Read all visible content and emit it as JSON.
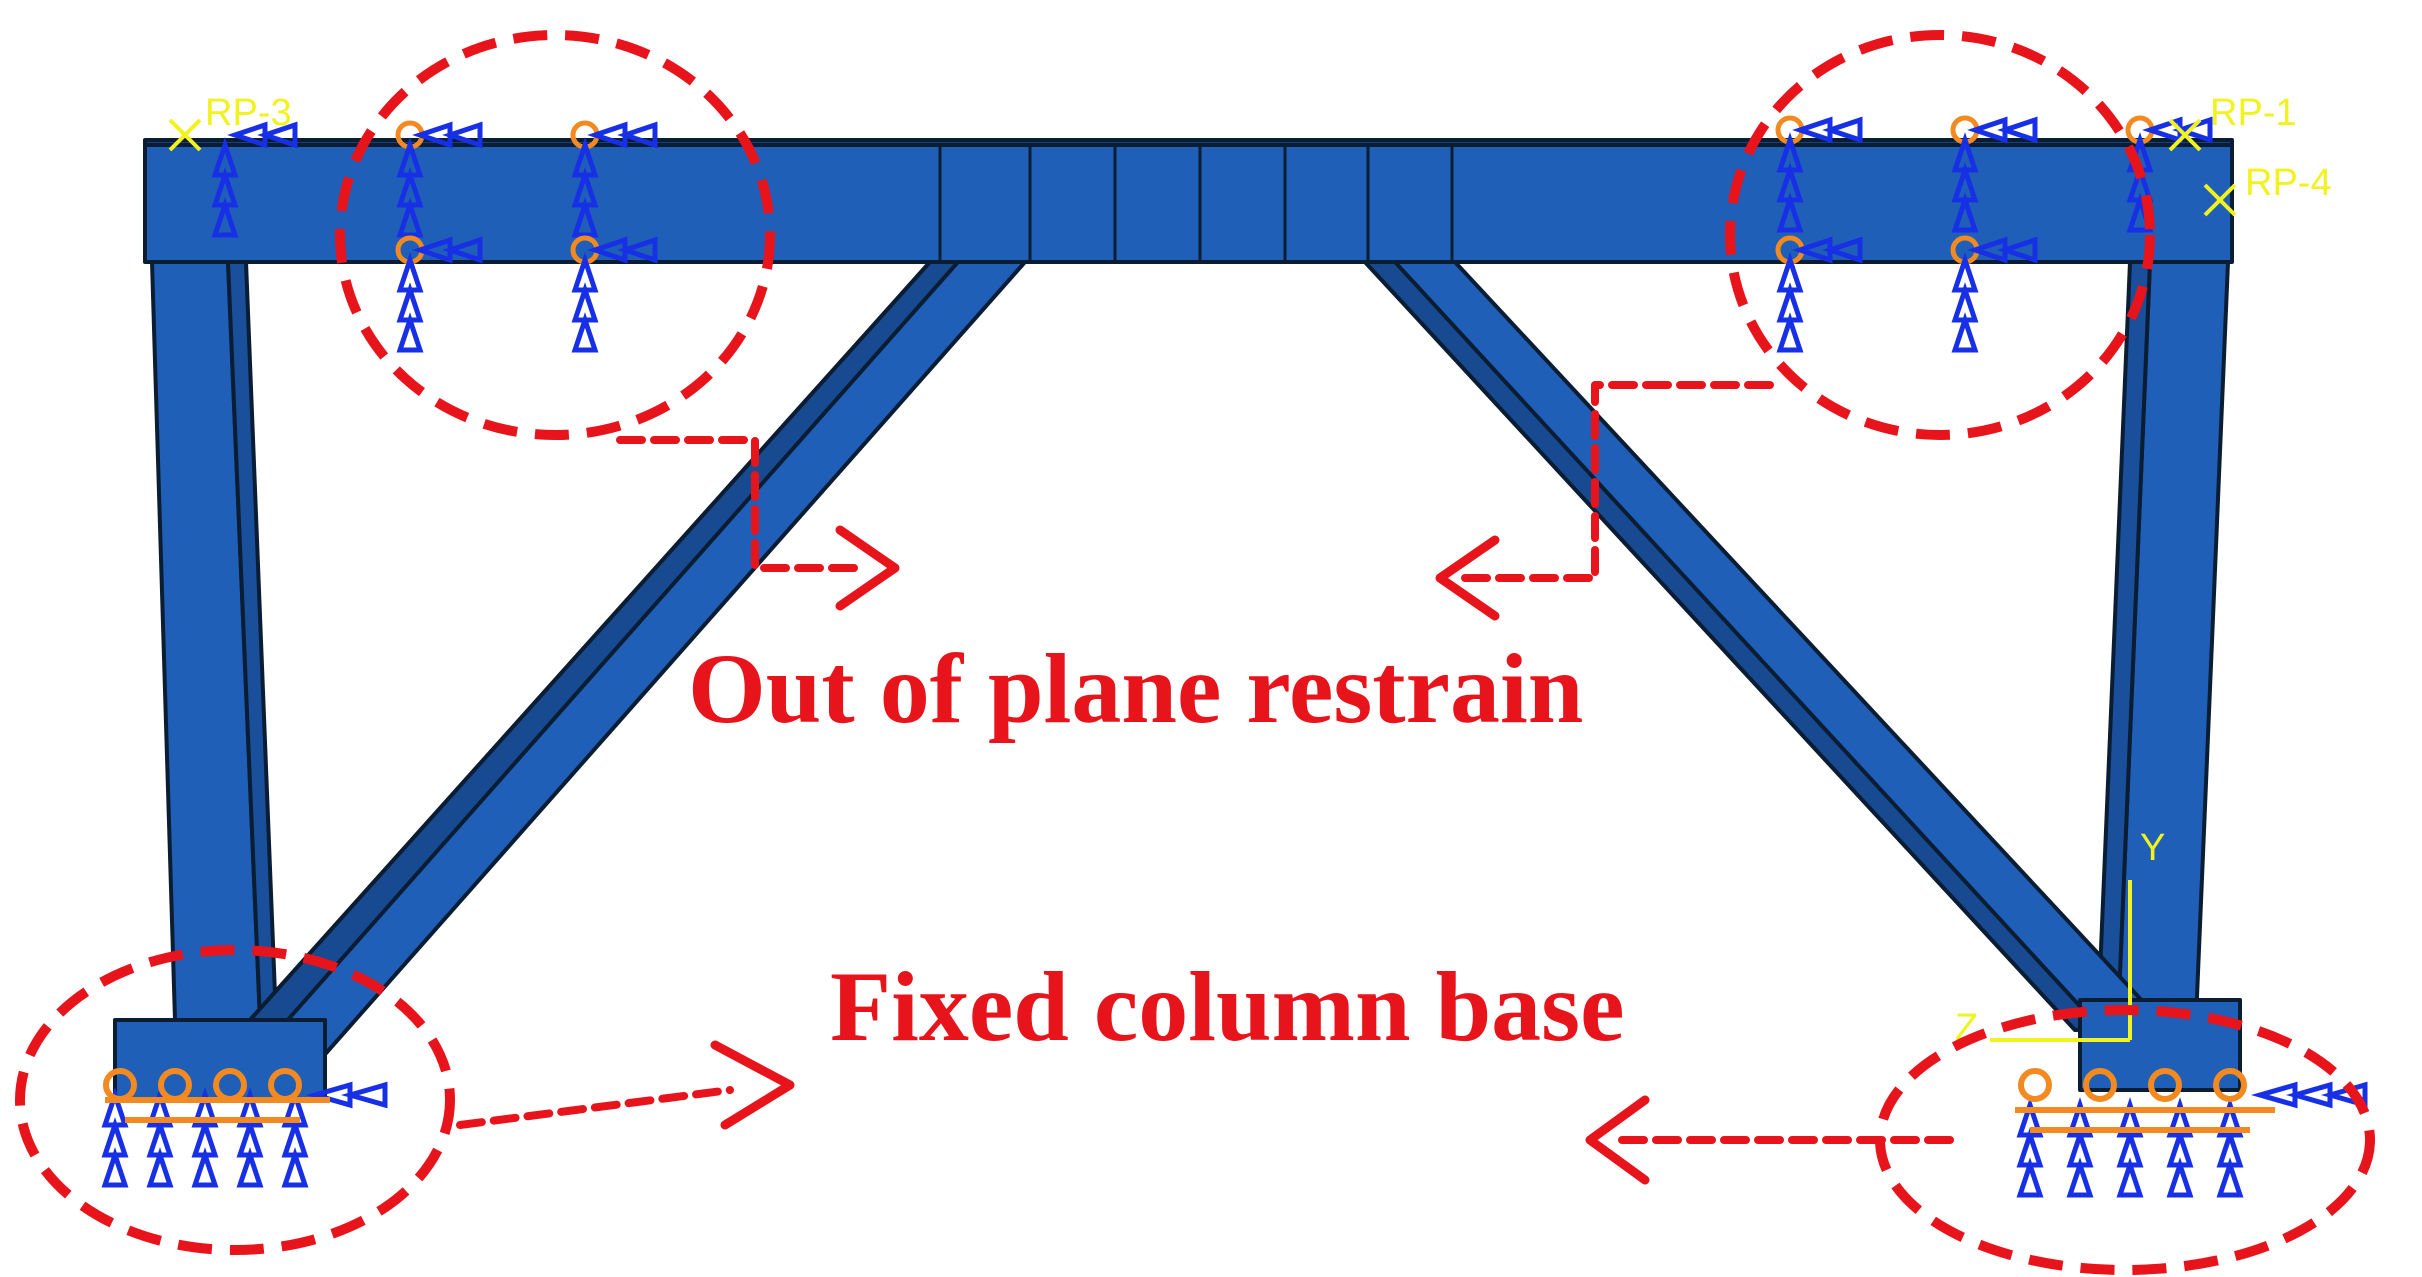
{
  "annotations": {
    "out_of_plane": "Out of plane restrain",
    "fixed_base": "Fixed column base"
  },
  "reference_points": {
    "rp1": "RP-1",
    "rp3": "RP-3",
    "rp4": "RP-4"
  },
  "axis_triad": {
    "y": "Y",
    "z": "Z"
  },
  "colors": {
    "steel": "#1f5fb8",
    "steel_dark": "#16417f",
    "edge": "#0b1d33",
    "annotation_red": "#e8141c",
    "constraint_blue": "#1730e6",
    "constraint_orange": "#f28a21",
    "reference_yellow": "#f2f21e"
  }
}
